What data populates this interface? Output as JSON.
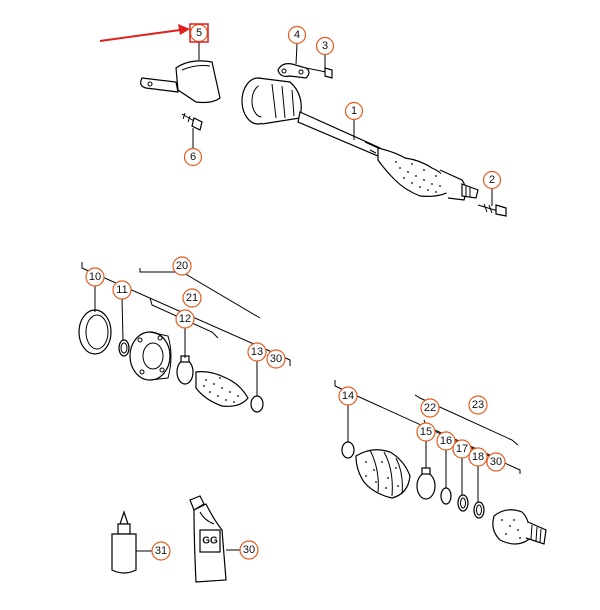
{
  "callouts": {
    "c1": "1",
    "c2": "2",
    "c3": "3",
    "c4": "4",
    "c5": "5",
    "c6": "6",
    "c10": "10",
    "c11": "11",
    "c12": "12",
    "c13": "13",
    "c14": "14",
    "c15": "15",
    "c16": "16",
    "c17": "17",
    "c18": "18",
    "c20": "20",
    "c21": "21",
    "c22": "22",
    "c23": "23",
    "c30a": "30",
    "c30b": "30",
    "c30c": "30",
    "c31": "31"
  },
  "tube_label": "GG",
  "colors": {
    "circle": "#e85a1c",
    "arrow": "#e0201a",
    "highlight": "#e0201a"
  }
}
